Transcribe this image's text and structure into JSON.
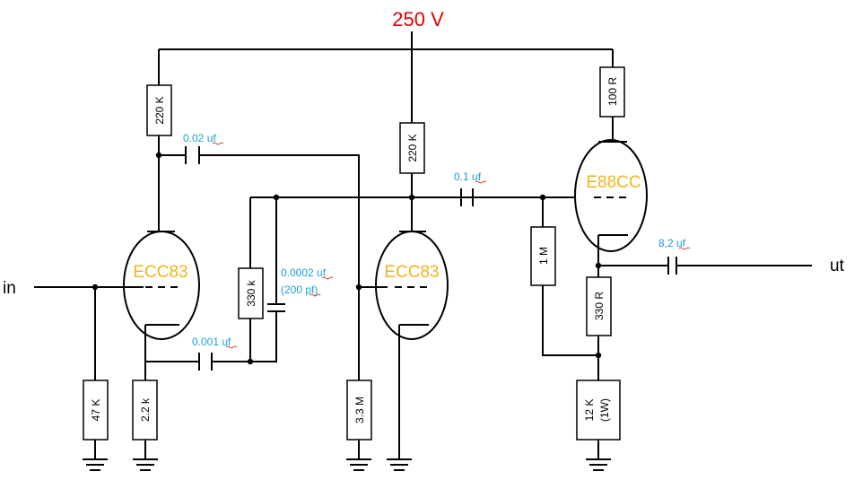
{
  "supply": {
    "label": "250 V",
    "color": "#e00000"
  },
  "io": {
    "input": "in",
    "output": "ut"
  },
  "tubes": [
    {
      "label": "ECC83",
      "color": "#f2b418"
    },
    {
      "label": "ECC83",
      "color": "#f2b418"
    },
    {
      "label": "E88CC",
      "color": "#f2b418"
    }
  ],
  "resistors": {
    "r220k_1": "220 K",
    "r220k_2": "220 K",
    "r100": "100 R",
    "r330k": "330 k",
    "r1m": "1 M",
    "r330": "330 R",
    "r47k": "47 K",
    "r2k2": "2.2 k",
    "r3m3": "3.3 M",
    "r12k_a": "12 K",
    "r12k_b": "(1W)"
  },
  "capacitors": {
    "color": "#1aa0d8",
    "c1_value": "0.02",
    "c1_unit": "uf",
    "c2_value": "0.1",
    "c2_unit": "uf",
    "c3_value": "0.001",
    "c3_unit": "uf",
    "c4_value": "0.0002",
    "c4_unit": "uf",
    "c4_alt_a": "(200 ",
    "c4_alt_b": "pf",
    "c4_alt_c": ")",
    "c5_value": "8,2",
    "c5_unit": "uf"
  }
}
